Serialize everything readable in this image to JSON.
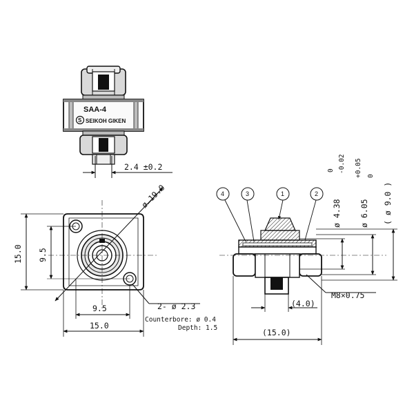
{
  "labels": {
    "model": "SAA-4",
    "brand": "SEIKOH GIKEN",
    "brand_mark": "S"
  },
  "dimensions": {
    "top_gap": "2.4 ±0.2",
    "diag": "ø 19.0",
    "height_outer": "15.0",
    "height_inner": "9.5",
    "width_inner": "9.5",
    "width_outer": "15.0",
    "holes": "2- ø 2.3",
    "counterbore": "Counterbore: ø 0.4",
    "depth": "Depth: 1.5",
    "d1_sup": "0",
    "d1_main": "ø 4.38",
    "d1_sub": "-0.02",
    "d2_sup": "+0.05",
    "d2_main": "ø 6.05",
    "d2_sub": "0",
    "d3": "( ø 9.0 )",
    "thread": "M8×0.75",
    "side_len": "(4.0)",
    "side_width": "(15.0)"
  },
  "balloons": [
    "4",
    "3",
    "1",
    "2"
  ],
  "colors": {
    "line": "#111111",
    "background": "#ffffff",
    "shade": "#bdbdbd"
  }
}
